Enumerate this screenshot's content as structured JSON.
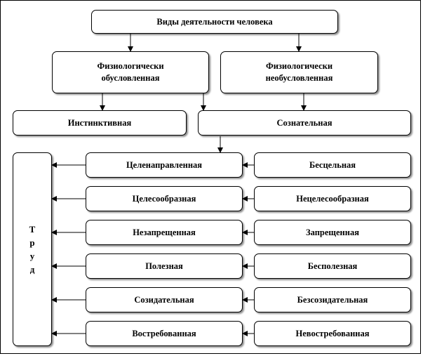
{
  "title": "Виды деятельности человека",
  "level1": {
    "left": [
      "Физиологически",
      "обусловленная"
    ],
    "right": [
      "Физиологически",
      "необусловленная"
    ]
  },
  "level2": {
    "left": "Инстинктивная",
    "right": "Сознательная"
  },
  "trud": [
    "Т",
    "р",
    "у",
    "д"
  ],
  "pairs": [
    {
      "left": "Целенаправленная",
      "right": "Бесцельная"
    },
    {
      "left": "Целесообразная",
      "right": "Нецелесообразная"
    },
    {
      "left": "Незапрещенная",
      "right": "Запрещенная"
    },
    {
      "left": "Полезная",
      "right": "Бесполезная"
    },
    {
      "left": "Созидательная",
      "right": "Безсозидательная"
    },
    {
      "left": "Востребованная",
      "right": "Невостребованная"
    }
  ]
}
